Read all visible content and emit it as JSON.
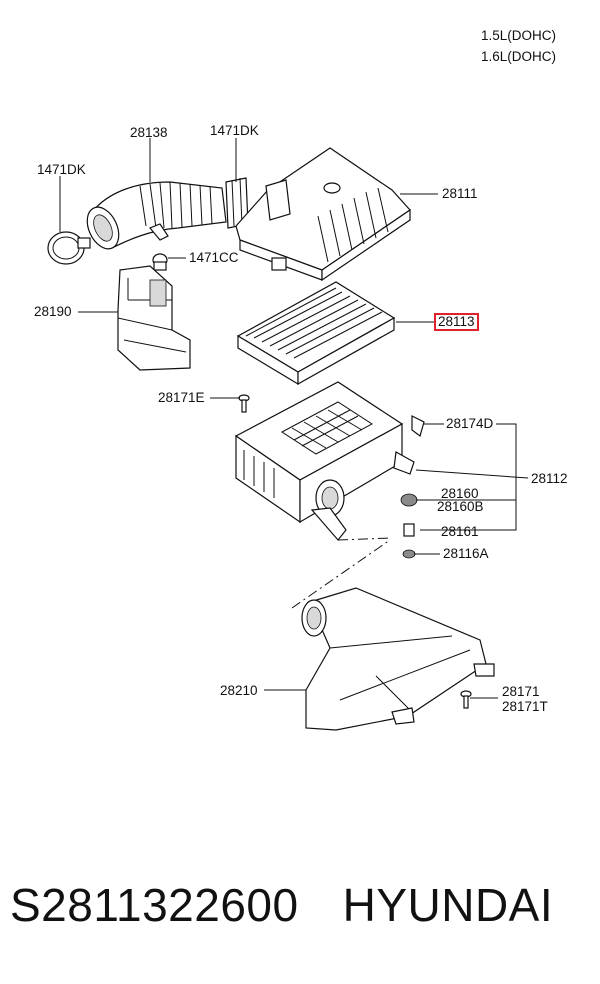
{
  "engine_variants": [
    "1.5L(DOHC)",
    "1.6L(DOHC)"
  ],
  "part_labels": {
    "p28138": "28138",
    "p1471dk_top": "1471DK",
    "p1471dk_left": "1471DK",
    "p28111": "28111",
    "p1471cc": "1471CC",
    "p28190": "28190",
    "p28113": "28113",
    "p28171e": "28171E",
    "p28174d": "28174D",
    "p28112": "28112",
    "p28160": "28160",
    "p28160b": "28160B",
    "p28161": "28161",
    "p28116a": "28116A",
    "p28210": "28210",
    "p28171": "28171",
    "p28171t": "28171T"
  },
  "highlighted_part": "28113",
  "highlight_color": "#e0202a",
  "footer": {
    "part_number": "S2811322600",
    "brand": "HYUNDAI"
  }
}
